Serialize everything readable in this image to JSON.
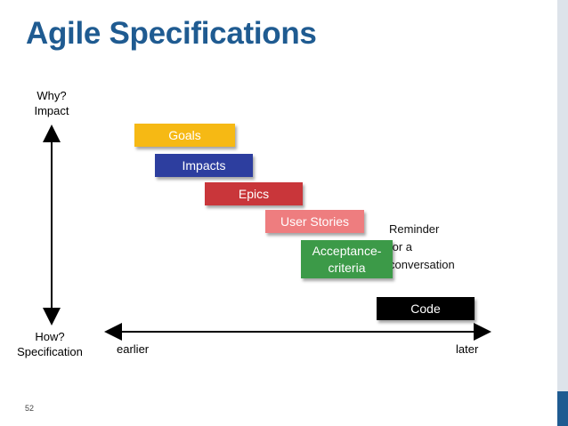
{
  "title": "Agile Specifications",
  "y_axis": {
    "top_label": "Why?\nImpact",
    "bottom_label": "How?\nSpecification"
  },
  "x_axis": {
    "left_label": "earlier",
    "right_label": "later"
  },
  "levels": [
    {
      "label": "Goals",
      "color": "#f6b914"
    },
    {
      "label": "Impacts",
      "color": "#2d3e9f"
    },
    {
      "label": "Epics",
      "color": "#c9363a"
    },
    {
      "label": "User Stories",
      "color": "#ee7d7f"
    },
    {
      "label": "Acceptance-\ncriteria",
      "color": "#3c9a48"
    },
    {
      "label": "Code",
      "color": "#000000"
    }
  ],
  "note": "Reminder\nfor a\nconversation",
  "page_number": "52",
  "colors": {
    "title": "#1f5b91",
    "edge_bar": "#1f5b91",
    "edge_bar_light": "#dde3ea"
  }
}
